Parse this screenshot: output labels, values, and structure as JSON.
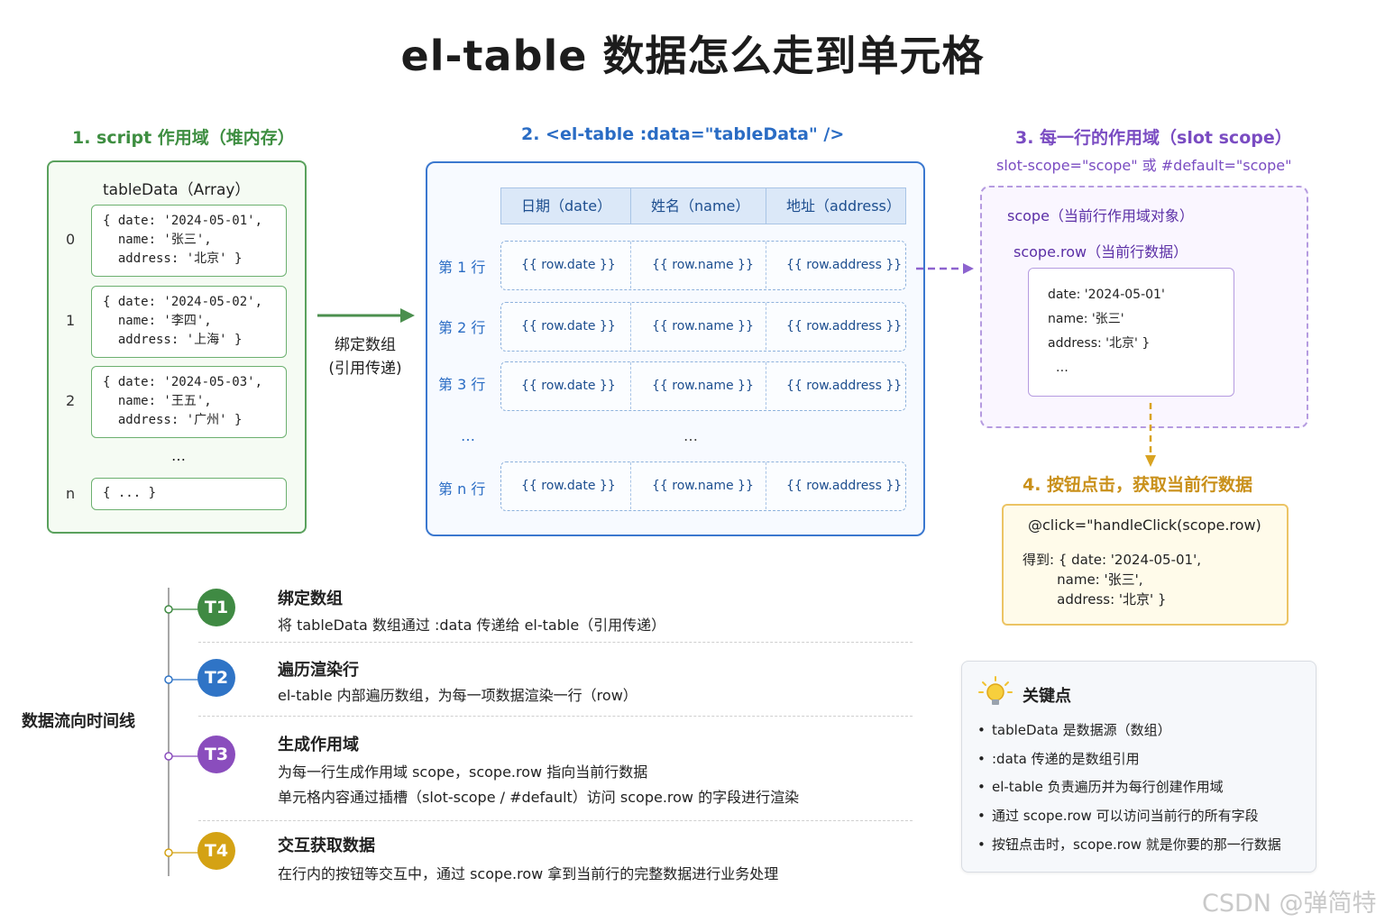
{
  "title": "el-table 数据怎么走到单元格",
  "section1": {
    "title": "1. script 作用域（堆内存）",
    "box_title": "tableData（Array）",
    "items": [
      {
        "index": "0",
        "lines": [
          "{ date: '2024-05-01',",
          "  name: '张三',",
          "  address: '北京' }"
        ]
      },
      {
        "index": "1",
        "lines": [
          "{ date: '2024-05-02',",
          "  name: '李四',",
          "  address: '上海' }"
        ]
      },
      {
        "index": "2",
        "lines": [
          "{ date: '2024-05-03',",
          "  name: '王五',",
          "  address: '广州' }"
        ]
      }
    ],
    "ellipsis": "…",
    "last": {
      "index": "n",
      "text": "{ ... }"
    }
  },
  "arrow1_label": [
    "绑定数组",
    "(引用传递)"
  ],
  "section2": {
    "title": "2. <el-table :data=\"tableData\" />",
    "headers": [
      "日期（date）",
      "姓名（name）",
      "地址（address）"
    ],
    "rows": [
      {
        "label": "第 1 行",
        "cells": [
          "{{ row.date }}",
          "{{ row.name }}",
          "{{ row.address }}"
        ]
      },
      {
        "label": "第 2 行",
        "cells": [
          "{{ row.date }}",
          "{{ row.name }}",
          "{{ row.address }}"
        ]
      },
      {
        "label": "第 3 行",
        "cells": [
          "{{ row.date }}",
          "{{ row.name }}",
          "{{ row.address }}"
        ]
      },
      {
        "label": "第 n 行",
        "cells": [
          "{{ row.date }}",
          "{{ row.name }}",
          "{{ row.address }}"
        ]
      }
    ],
    "ellipsis_label": "…",
    "ellipsis_mid": "…"
  },
  "section3": {
    "title": "3. 每一行的作用域（slot scope）",
    "subtitle": "slot-scope=\"scope\"  或  #default=\"scope\"",
    "scope_label": "scope（当前行作用域对象）",
    "scope_row_label": "scope.row（当前行数据）",
    "row_lines": [
      "date: '2024-05-01'",
      "name: '张三'",
      "address: '北京' }",
      "  …"
    ]
  },
  "section4": {
    "title": "4. 按钮点击，获取当前行数据",
    "click": "@click=\"handleClick(scope.row)",
    "result_lines": [
      "得到: { date: '2024-05-01',",
      "        name: '张三',",
      "        address: '北京' }"
    ]
  },
  "timeline": {
    "label": "数据流向时间线",
    "steps": [
      {
        "badge": "T1",
        "color": "#3f8a43",
        "title": "绑定数组",
        "lines": [
          "将 tableData 数组通过 :data 传递给 el-table（引用传递）"
        ]
      },
      {
        "badge": "T2",
        "color": "#2f74c6",
        "title": "遍历渲染行",
        "lines": [
          "el-table 内部遍历数组，为每一项数据渲染一行（row）"
        ]
      },
      {
        "badge": "T3",
        "color": "#8a4dbd",
        "title": "生成作用域",
        "lines": [
          "为每一行生成作用域 scope，scope.row 指向当前行数据",
          "单元格内容通过插槽（slot-scope / #default）访问 scope.row 的字段进行渲染"
        ]
      },
      {
        "badge": "T4",
        "color": "#d4a214",
        "title": "交互获取数据",
        "lines": [
          "在行内的按钮等交互中，通过 scope.row 拿到当前行的完整数据进行业务处理"
        ]
      }
    ]
  },
  "key_points": {
    "title": "关键点",
    "icon": "lightbulb-icon",
    "items": [
      "tableData 是数据源（数组）",
      ":data 传递的是数组引用",
      "el-table 负责遍历并为每行创建作用域",
      "通过 scope.row 可以访问当前行的所有字段",
      "按钮点击时，scope.row 就是你要的那一行数据"
    ]
  },
  "watermark": "CSDN @弹简特"
}
